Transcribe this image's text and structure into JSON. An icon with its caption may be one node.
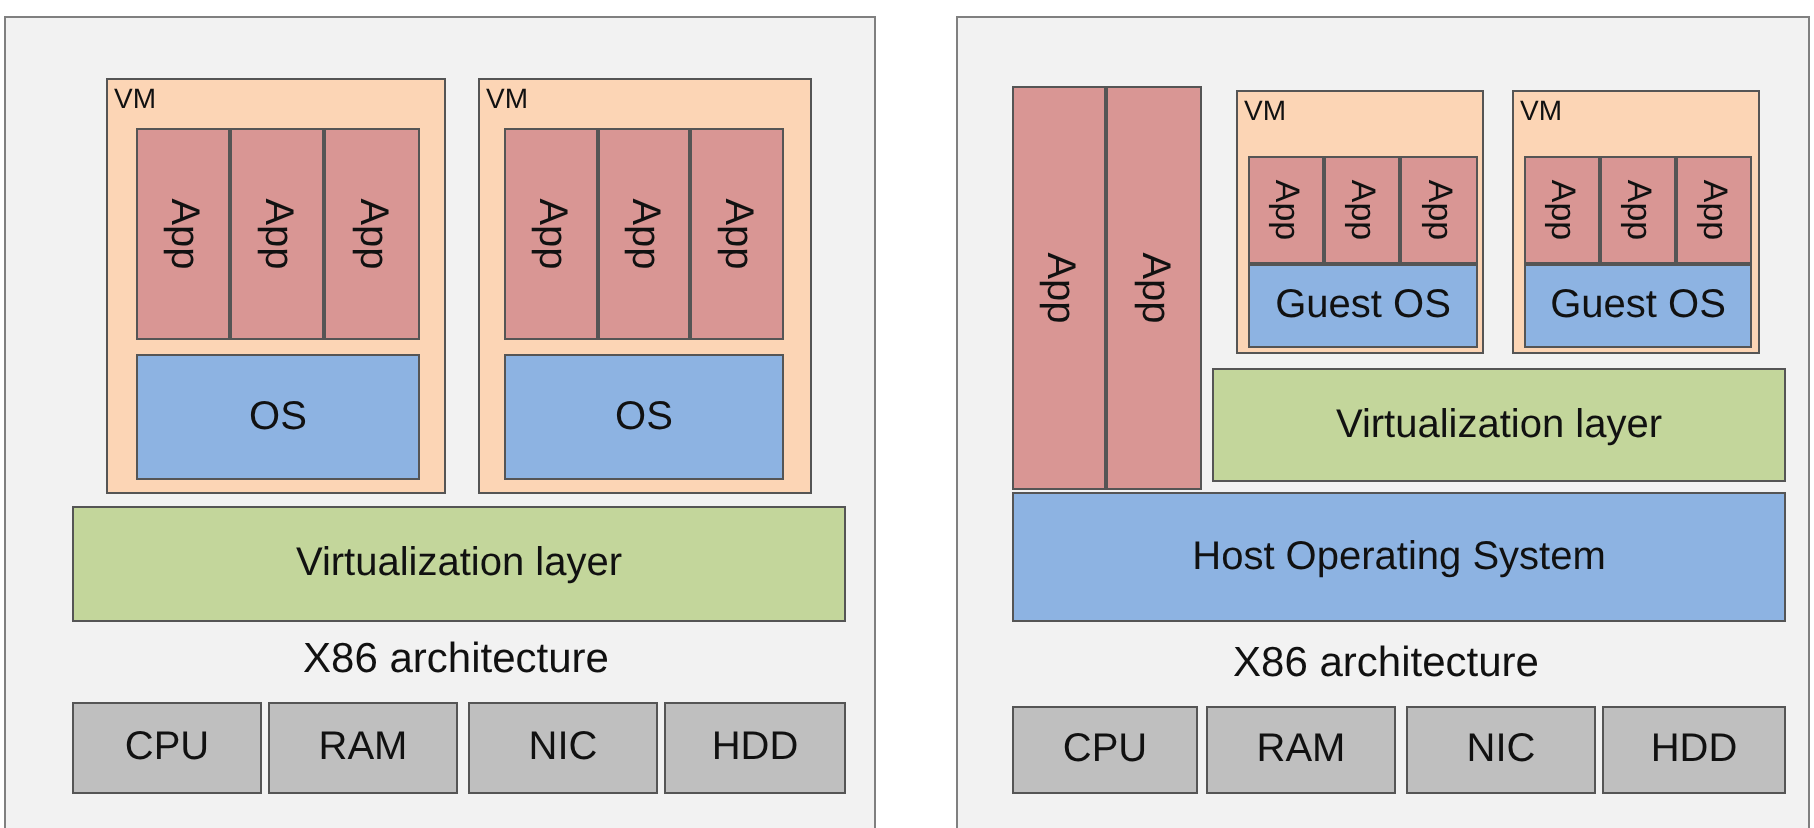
{
  "diagram": {
    "nodes": [
      {
        "text": [],
        "shape": "box"
      },
      {
        "text": [
          "VM"
        ],
        "in": 0
      },
      {
        "text": [
          "App"
        ],
        "in": 1
      },
      {
        "text": [
          "App"
        ],
        "in": 1
      },
      {
        "text": [
          "App"
        ],
        "in": 1
      },
      {
        "text": [
          "OS"
        ],
        "in": 1
      },
      {
        "text": [
          "VM"
        ],
        "in": 0
      },
      {
        "text": [
          "App"
        ],
        "in": 6
      },
      {
        "text": [
          "App"
        ],
        "in": 6
      },
      {
        "text": [
          "App"
        ],
        "in": 6
      },
      {
        "text": [
          "OS"
        ],
        "in": 6
      },
      {
        "text": [
          "Virtualization layer"
        ],
        "in": 0
      },
      {
        "text": [
          "CPU"
        ],
        "in": 0
      },
      {
        "text": [
          "RAM"
        ],
        "in": 0
      },
      {
        "text": [
          "NIC"
        ],
        "in": 0
      },
      {
        "text": [
          "HDD"
        ],
        "in": 0
      },
      {
        "text": [],
        "shape": "box"
      },
      {
        "text": [
          "App"
        ],
        "in": 16
      },
      {
        "text": [
          "App"
        ],
        "in": 16
      },
      {
        "text": [
          "VM"
        ],
        "in": 16
      },
      {
        "text": [
          "App"
        ],
        "in": 19
      },
      {
        "text": [
          "App"
        ],
        "in": 19
      },
      {
        "text": [
          "App"
        ],
        "in": 19
      },
      {
        "text": [
          "Guest OS"
        ],
        "in": 19
      },
      {
        "text": [
          "VM"
        ],
        "in": 16
      },
      {
        "text": [
          "App"
        ],
        "in": 24
      },
      {
        "text": [
          "App"
        ],
        "in": 24
      },
      {
        "text": [
          "App"
        ],
        "in": 24
      },
      {
        "text": [
          "Guest OS"
        ],
        "in": 24
      },
      {
        "text": [
          "Virtualization layer"
        ],
        "in": 16
      },
      {
        "text": [
          "Host Operating System"
        ],
        "in": 16
      },
      {
        "text": [
          "CPU"
        ],
        "in": 16
      },
      {
        "text": [
          "RAM"
        ],
        "in": 16
      },
      {
        "text": [
          "NIC"
        ],
        "in": 16
      },
      {
        "text": [
          "HDD"
        ],
        "in": 16
      }
    ],
    "labels": [
      "X86 architecture",
      "X86 architecture"
    ]
  }
}
